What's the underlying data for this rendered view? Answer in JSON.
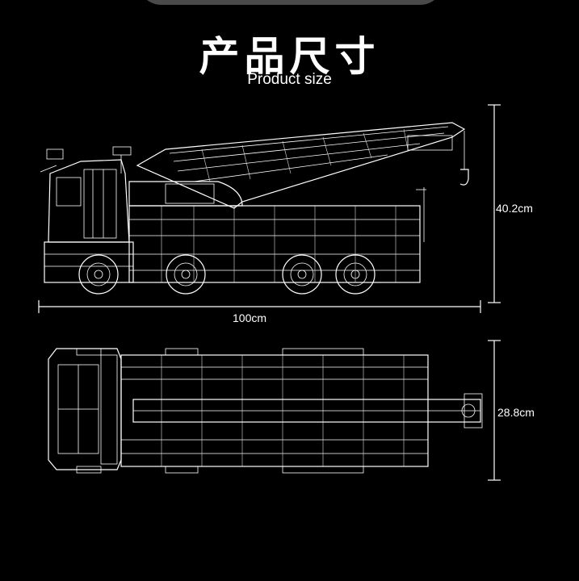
{
  "title": {
    "chinese": "产品尺寸",
    "english": "Product size"
  },
  "dimensions": {
    "height": "40.2cm",
    "length": "100cm",
    "width": "28.8cm"
  },
  "colors": {
    "background": "#000000",
    "line": "#ffffff",
    "top_bar": "#4a4a4a"
  }
}
